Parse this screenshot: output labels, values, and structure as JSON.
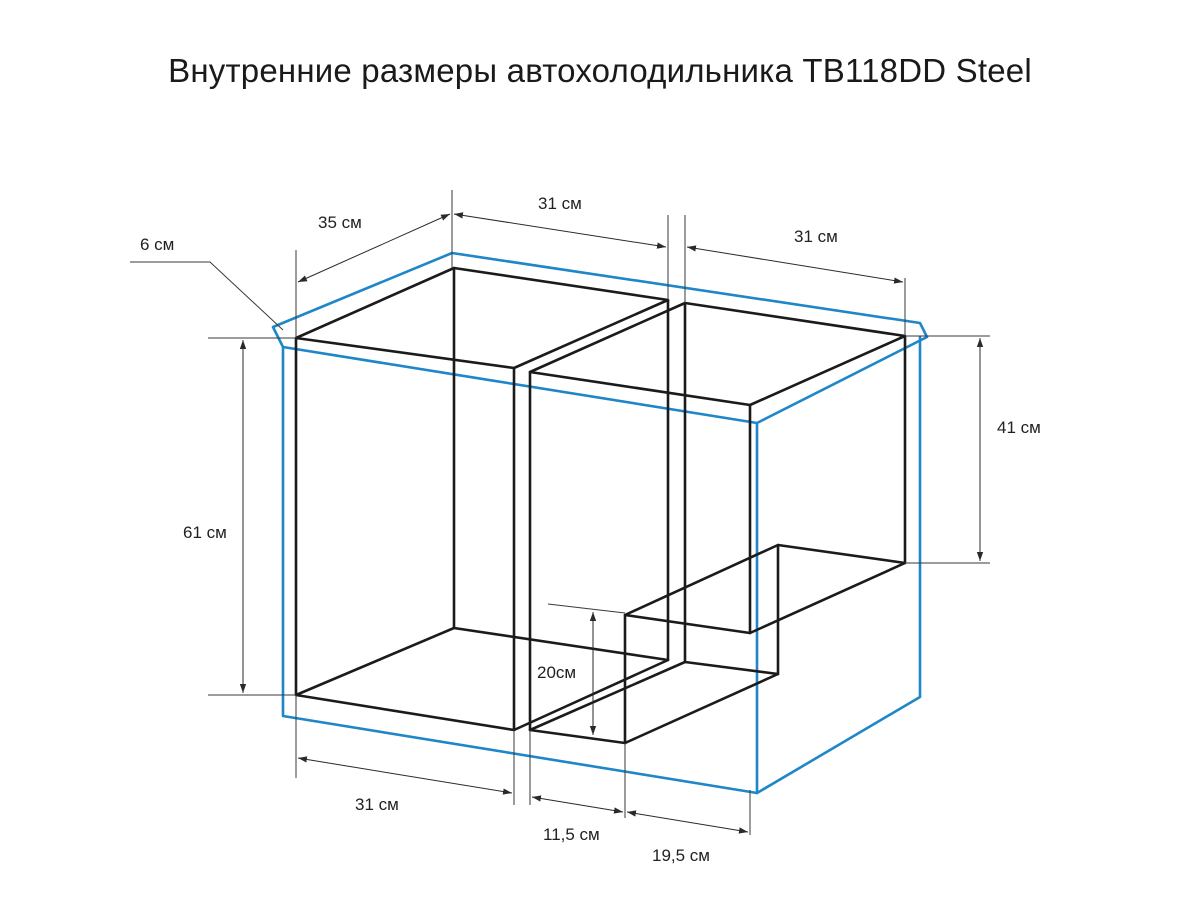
{
  "title": "Внутренние размеры автохолодильника TB118DD Steel",
  "colors": {
    "outline_blue": "#1f86c8",
    "edges": "#1b1b1b"
  },
  "dimensions": {
    "wall_thickness": "6 см",
    "depth": "35 см",
    "top_width_left": "31 см",
    "top_width_right": "31 см",
    "height_left": "61 см",
    "height_right": "41 см",
    "step_height": "20см",
    "bottom_width_left": "31 см",
    "bottom_gap": "11,5 см",
    "bottom_width_right": "19,5 см"
  }
}
